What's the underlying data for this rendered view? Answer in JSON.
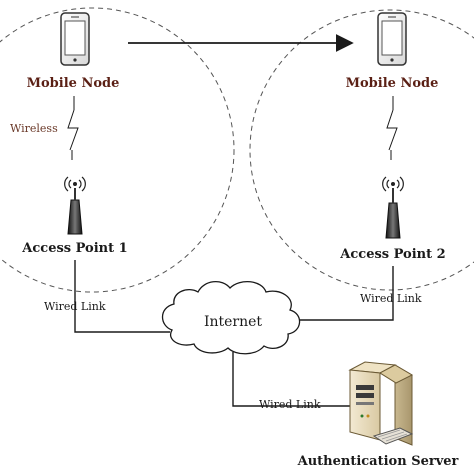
{
  "mobile_node_left": {
    "label": "Mobile Node"
  },
  "mobile_node_right": {
    "label": "Mobile Node"
  },
  "wireless": {
    "label": "Wireless"
  },
  "access_point_1": {
    "label": "Access Point 1"
  },
  "access_point_2": {
    "label": "Access Point 2"
  },
  "internet": {
    "label": "Internet"
  },
  "wired_link_left": {
    "label": "Wired Link"
  },
  "wired_link_right": {
    "label": "Wired Link"
  },
  "wired_link_server": {
    "label": "Wired Link"
  },
  "server": {
    "label": "Authentication Server"
  },
  "colors": {
    "node_label": "#5a1f14",
    "line": "#1a1a1a",
    "dashed_circle": "#555555",
    "server_body": "#e8dcc0"
  }
}
